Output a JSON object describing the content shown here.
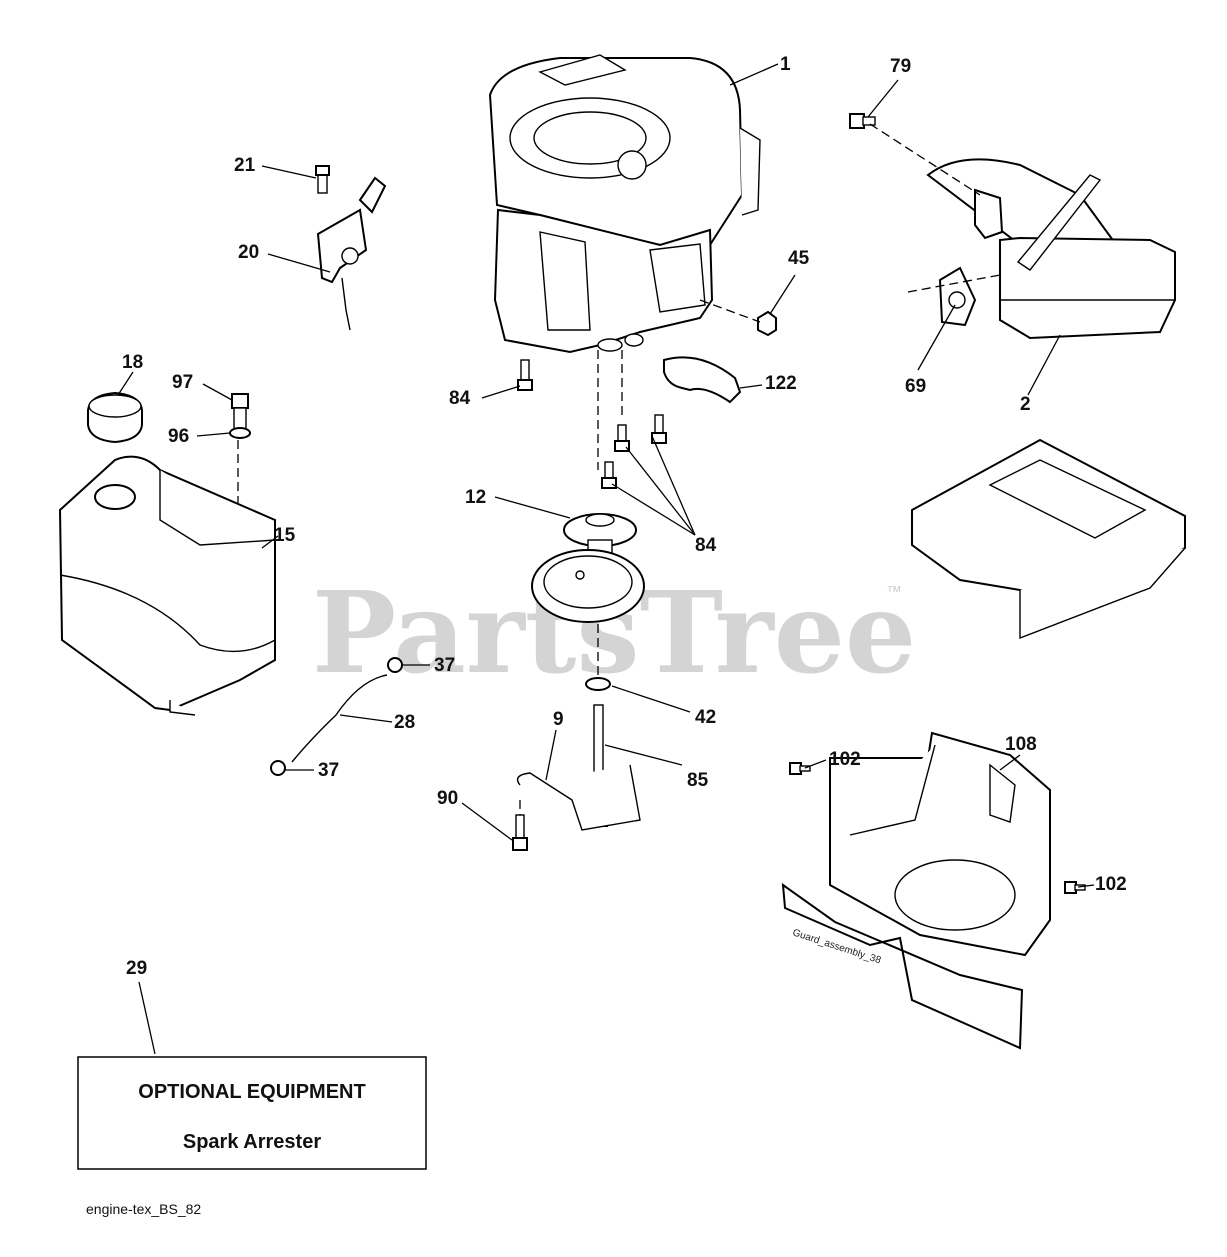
{
  "watermark": {
    "text": "PartsTree",
    "trademark": "™"
  },
  "callouts": {
    "c1": "1",
    "c79": "79",
    "c21": "21",
    "c20": "20",
    "c45": "45",
    "c18": "18",
    "c97": "97",
    "c96": "96",
    "c84a": "84",
    "c122": "122",
    "c69": "69",
    "c2": "2",
    "c15": "15",
    "c12": "12",
    "c84b": "84",
    "c37a": "37",
    "c28": "28",
    "c37b": "37",
    "c42": "42",
    "c9": "9",
    "c85": "85",
    "c90": "90",
    "c102a": "102",
    "c108": "108",
    "c102b": "102",
    "c29": "29"
  },
  "guard_label": "Guard_assembly_38",
  "optional_box": {
    "title": "OPTIONAL EQUIPMENT",
    "item": "Spark Arrester"
  },
  "footer": {
    "drawing_id": "engine-tex_BS_82"
  }
}
